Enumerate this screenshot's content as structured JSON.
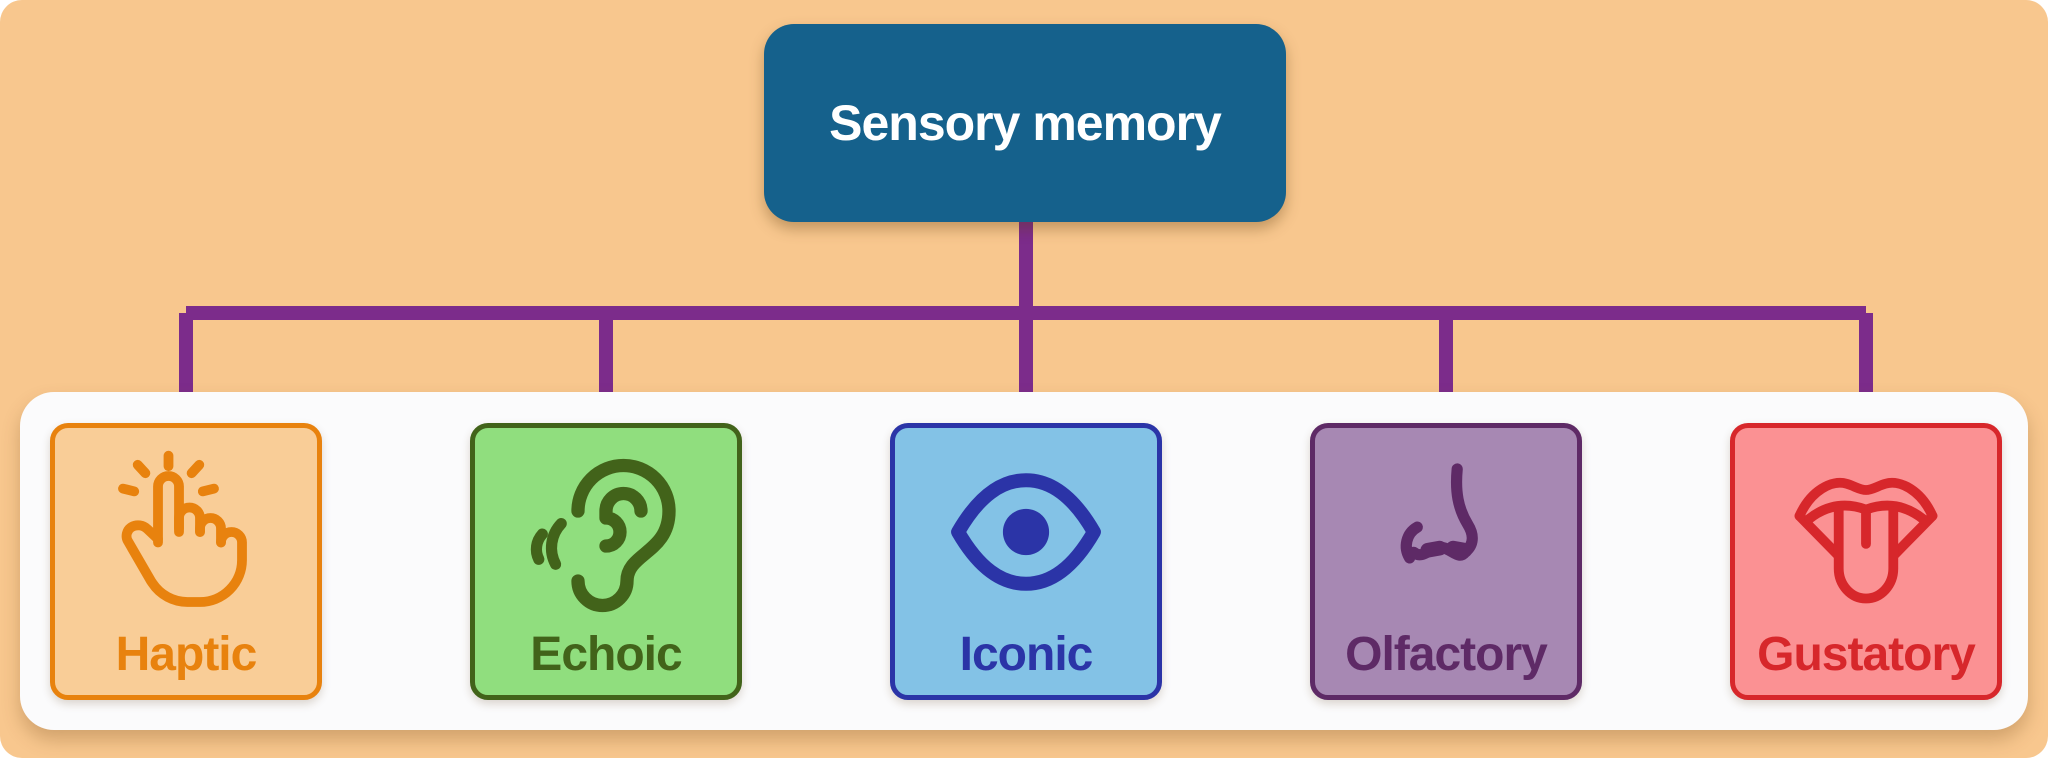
{
  "diagram": {
    "title": "Sensory memory",
    "title_color": "#ffffff",
    "root_bg": "#15618C",
    "connector_color": "#7C2C8B",
    "canvas_bg": "#F8C78E",
    "panel_bg": "#FBFBFC",
    "nodes": [
      {
        "id": "haptic",
        "label": "Haptic",
        "icon": "tap-hand-icon",
        "bg": "#F9CD97",
        "accent": "#E8820E"
      },
      {
        "id": "echoic",
        "label": "Echoic",
        "icon": "ear-icon",
        "bg": "#90DE7E",
        "accent": "#42631A"
      },
      {
        "id": "iconic",
        "label": "Iconic",
        "icon": "eye-icon",
        "bg": "#83C2E6",
        "accent": "#2B34A7"
      },
      {
        "id": "olfactory",
        "label": "Olfactory",
        "icon": "nose-icon",
        "bg": "#A788B3",
        "accent": "#5E2A66"
      },
      {
        "id": "gustatory",
        "label": "Gustatory",
        "icon": "mouth-tongue-icon",
        "bg": "#FB9193",
        "accent": "#D7272B"
      }
    ]
  }
}
